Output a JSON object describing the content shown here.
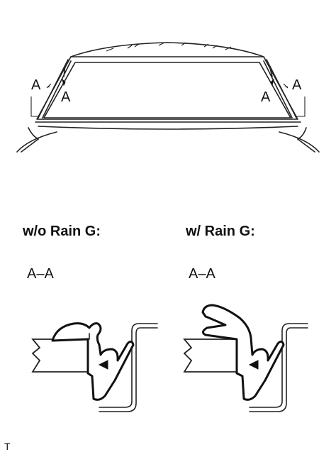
{
  "labels": {
    "left_outer": "A",
    "left_inner": "A",
    "right_inner": "A",
    "right_outer": "A",
    "wo_heading": "w/o Rain G:",
    "w_heading": "w/ Rain G:",
    "wo_section": "A–A",
    "w_section": "A–A",
    "corner_code": "T"
  }
}
